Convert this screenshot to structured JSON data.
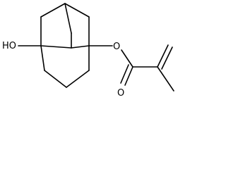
{
  "molecule": {
    "atom_labels": {
      "hydroxyl": "HO",
      "ester_oxygen": "O",
      "carbonyl_oxygen": "O"
    }
  }
}
